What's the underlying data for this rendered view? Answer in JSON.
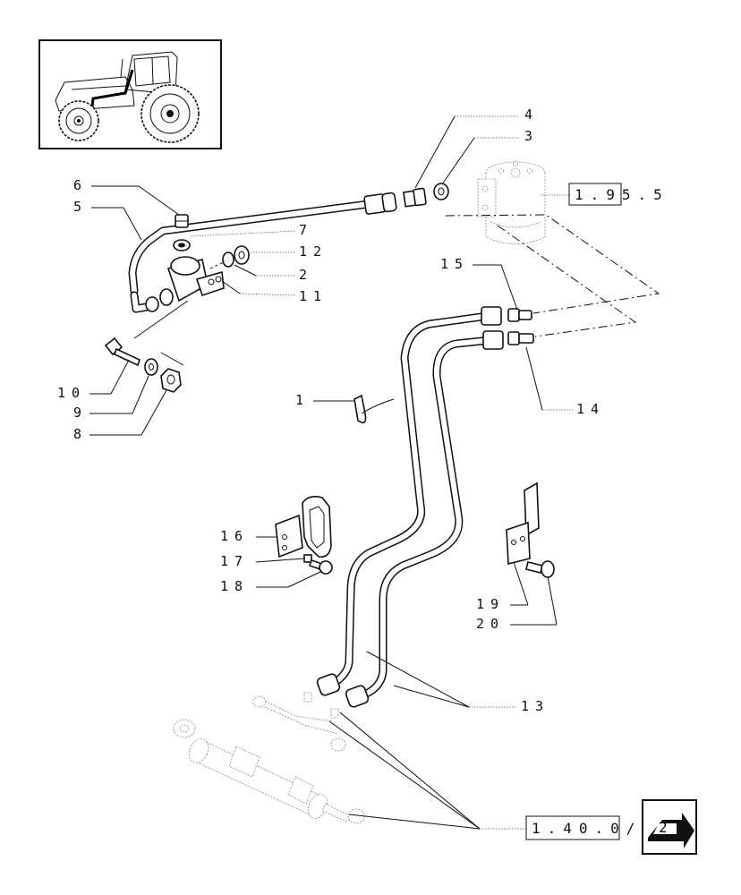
{
  "callouts": {
    "c1": "1",
    "c2": "2",
    "c3": "3",
    "c4": "4",
    "c5": "5",
    "c6": "6",
    "c7": "7",
    "c8": "8",
    "c9": "9",
    "c10": "10",
    "c11": "11",
    "c12": "12",
    "c13": "13",
    "c14": "14",
    "c15": "15",
    "c16": "16",
    "c17": "17",
    "c18": "18",
    "c19": "19",
    "c20": "20"
  },
  "references": {
    "oil_cooler_ref": "1.95.5",
    "cylinder_ref_prefix": "1.40.0/",
    "cylinder_ref_suffix": "2"
  },
  "icons": {
    "thumbnail": "tractor-locator-icon",
    "next_page": "next-page-arrow-icon"
  }
}
